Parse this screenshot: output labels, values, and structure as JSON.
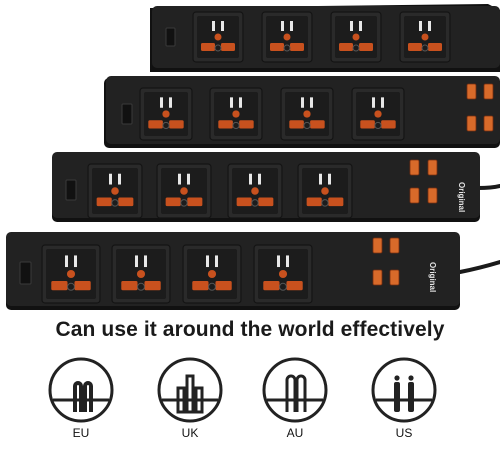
{
  "tagline": "Can use it around the world effectively",
  "strip_brand": "Original",
  "plug_types": [
    {
      "label": "EU",
      "icon": "eu-plug-icon"
    },
    {
      "label": "UK",
      "icon": "uk-plug-icon"
    },
    {
      "label": "AU",
      "icon": "au-plug-icon"
    },
    {
      "label": "US",
      "icon": "us-plug-icon"
    }
  ],
  "colors": {
    "strip": "#222222",
    "socket_accent": "#c8511e",
    "usb_port": "#d86a2a",
    "text": "#1a1a1a"
  }
}
